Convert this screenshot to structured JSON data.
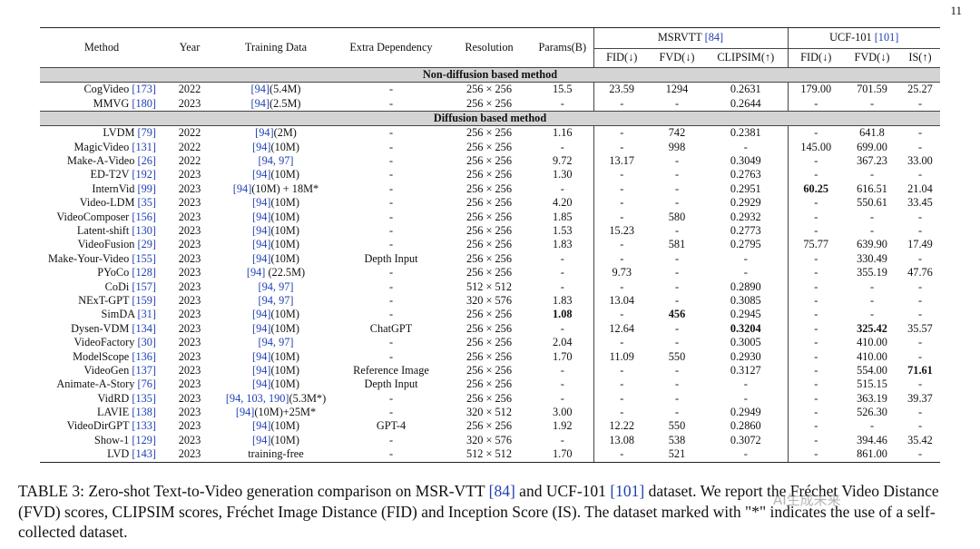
{
  "page_number": "11",
  "table": {
    "headers": {
      "method": "Method",
      "year": "Year",
      "training_data": "Training Data",
      "extra_dependency": "Extra Dependency",
      "resolution": "Resolution",
      "params": "Params(B)",
      "msrvtt_group": "MSRVTT",
      "msrvtt_cite": "[84]",
      "ucf_group": "UCF-101",
      "ucf_cite": "[101]",
      "fid_msr": "FID(↓)",
      "fvd_msr": "FVD(↓)",
      "clipsim": "CLIPSIM(↑)",
      "fid_ucf": "FID(↓)",
      "fvd_ucf": "FVD(↓)",
      "is": "IS(↑)"
    },
    "sections": [
      {
        "title": "Non-diffusion based method",
        "rows": [
          {
            "name": "CogVideo",
            "cite": "[173]",
            "year": "2022",
            "data_cite": "[94]",
            "data": "(5.4M)",
            "extra": "-",
            "res": "256 × 256",
            "params": "15.5",
            "fid": "23.59",
            "fvd": "1294",
            "clipsim": "0.2631",
            "fid_u": "179.00",
            "fvd_u": "701.59",
            "is": "25.27"
          },
          {
            "name": "MMVG",
            "cite": "[180]",
            "year": "2023",
            "data_cite": "[94]",
            "data": "(2.5M)",
            "extra": "-",
            "res": "256 × 256",
            "params": "-",
            "fid": "-",
            "fvd": "-",
            "clipsim": "0.2644",
            "fid_u": "-",
            "fvd_u": "-",
            "is": "-"
          }
        ]
      },
      {
        "title": "Diffusion based method",
        "rows": [
          {
            "name": "LVDM",
            "cite": "[79]",
            "year": "2022",
            "data_cite": "[94]",
            "data": "(2M)",
            "extra": "-",
            "res": "256 × 256",
            "params": "1.16",
            "fid": "-",
            "fvd": "742",
            "clipsim": "0.2381",
            "fid_u": "-",
            "fvd_u": "641.8",
            "is": "-"
          },
          {
            "name": "MagicVideo",
            "cite": "[131]",
            "year": "2022",
            "data_cite": "[94]",
            "data": "(10M)",
            "extra": "-",
            "res": "256 × 256",
            "params": "-",
            "fid": "-",
            "fvd": "998",
            "clipsim": "-",
            "fid_u": "145.00",
            "fvd_u": "699.00",
            "is": "-"
          },
          {
            "name": "Make-A-Video",
            "cite": "[26]",
            "year": "2022",
            "data_cite": "[94, 97]",
            "data": "",
            "extra": "-",
            "res": "256 × 256",
            "params": "9.72",
            "fid": "13.17",
            "fvd": "-",
            "clipsim": "0.3049",
            "fid_u": "-",
            "fvd_u": "367.23",
            "is": "33.00"
          },
          {
            "name": "ED-T2V",
            "cite": "[192]",
            "year": "2023",
            "data_cite": "[94]",
            "data": "(10M)",
            "extra": "-",
            "res": "256 × 256",
            "params": "1.30",
            "fid": "-",
            "fvd": "-",
            "clipsim": "0.2763",
            "fid_u": "-",
            "fvd_u": "-",
            "is": "-"
          },
          {
            "name": "InternVid",
            "cite": "[99]",
            "year": "2023",
            "data_cite": "[94]",
            "data": "(10M) + 18M*",
            "extra": "-",
            "res": "256 × 256",
            "params": "-",
            "fid": "-",
            "fvd": "-",
            "clipsim": "0.2951",
            "fid_u": "60.25",
            "fid_u_bold": true,
            "fvd_u": "616.51",
            "is": "21.04"
          },
          {
            "name": "Video-LDM",
            "cite": "[35]",
            "year": "2023",
            "data_cite": "[94]",
            "data": "(10M)",
            "extra": "-",
            "res": "256 × 256",
            "params": "4.20",
            "fid": "-",
            "fvd": "-",
            "clipsim": "0.2929",
            "fid_u": "-",
            "fvd_u": "550.61",
            "is": "33.45"
          },
          {
            "name": "VideoComposer",
            "cite": "[156]",
            "year": "2023",
            "data_cite": "[94]",
            "data": "(10M)",
            "extra": "-",
            "res": "256 × 256",
            "params": "1.85",
            "fid": "-",
            "fvd": "580",
            "clipsim": "0.2932",
            "fid_u": "-",
            "fvd_u": "-",
            "is": "-"
          },
          {
            "name": "Latent-shift",
            "cite": "[130]",
            "year": "2023",
            "data_cite": "[94]",
            "data": "(10M)",
            "extra": "-",
            "res": "256 × 256",
            "params": "1.53",
            "fid": "15.23",
            "fvd": "-",
            "clipsim": "0.2773",
            "fid_u": "-",
            "fvd_u": "-",
            "is": "-"
          },
          {
            "name": "VideoFusion",
            "cite": "[29]",
            "year": "2023",
            "data_cite": "[94]",
            "data": "(10M)",
            "extra": "-",
            "res": "256 × 256",
            "params": "1.83",
            "fid": "-",
            "fvd": "581",
            "clipsim": "0.2795",
            "fid_u": "75.77",
            "fvd_u": "639.90",
            "is": "17.49"
          },
          {
            "name": "Make-Your-Video",
            "cite": "[155]",
            "year": "2023",
            "data_cite": "[94]",
            "data": "(10M)",
            "extra": "Depth Input",
            "res": "256 × 256",
            "params": "-",
            "fid": "-",
            "fvd": "-",
            "clipsim": "-",
            "fid_u": "-",
            "fvd_u": "330.49",
            "is": "-"
          },
          {
            "name": "PYoCo",
            "cite": "[128]",
            "year": "2023",
            "data_cite": "[94]",
            "data": " (22.5M)",
            "extra": "-",
            "res": "256 × 256",
            "params": "-",
            "fid": "9.73",
            "fvd": "-",
            "clipsim": "-",
            "fid_u": "-",
            "fvd_u": "355.19",
            "is": "47.76"
          },
          {
            "name": "CoDi",
            "cite": "[157]",
            "year": "2023",
            "data_cite": "[94, 97]",
            "data": "",
            "extra": "-",
            "res": "512 × 512",
            "params": "-",
            "fid": "-",
            "fvd": "-",
            "clipsim": "0.2890",
            "fid_u": "-",
            "fvd_u": "-",
            "is": "-"
          },
          {
            "name": "NExT-GPT",
            "cite": "[159]",
            "year": "2023",
            "data_cite": "[94, 97]",
            "data": "",
            "extra": "-",
            "res": "320 × 576",
            "params": "1.83",
            "fid": "13.04",
            "fvd": "-",
            "clipsim": "0.3085",
            "fid_u": "-",
            "fvd_u": "-",
            "is": "-"
          },
          {
            "name": "SimDA",
            "cite": "[31]",
            "year": "2023",
            "data_cite": "[94]",
            "data": "(10M)",
            "extra": "-",
            "res": "256 × 256",
            "params": "1.08",
            "params_bold": true,
            "fid": "-",
            "fvd": "456",
            "fvd_bold": true,
            "clipsim": "0.2945",
            "fid_u": "-",
            "fvd_u": "-",
            "is": "-"
          },
          {
            "name": "Dysen-VDM",
            "cite": "[134]",
            "year": "2023",
            "data_cite": "[94]",
            "data": "(10M)",
            "extra": "ChatGPT",
            "res": "256 × 256",
            "params": "-",
            "fid": "12.64",
            "fvd": "-",
            "clipsim": "0.3204",
            "clipsim_bold": true,
            "fid_u": "-",
            "fvd_u": "325.42",
            "fvd_u_bold": true,
            "is": "35.57"
          },
          {
            "name": "VideoFactory",
            "cite": "[30]",
            "year": "2023",
            "data_cite": "[94, 97]",
            "data": "",
            "extra": "-",
            "res": "256 × 256",
            "params": "2.04",
            "fid": "-",
            "fvd": "-",
            "clipsim": "0.3005",
            "fid_u": "-",
            "fvd_u": "410.00",
            "is": "-"
          },
          {
            "name": "ModelScope",
            "cite": "[136]",
            "year": "2023",
            "data_cite": "[94]",
            "data": "(10M)",
            "extra": "-",
            "res": "256 × 256",
            "params": "1.70",
            "fid": "11.09",
            "fvd": "550",
            "clipsim": "0.2930",
            "fid_u": "-",
            "fvd_u": "410.00",
            "is": "-"
          },
          {
            "name": "VideoGen",
            "cite": "[137]",
            "year": "2023",
            "data_cite": "[94]",
            "data": "(10M)",
            "extra": "Reference Image",
            "res": "256 × 256",
            "params": "-",
            "fid": "-",
            "fvd": "-",
            "clipsim": "0.3127",
            "fid_u": "-",
            "fvd_u": "554.00",
            "is": "71.61",
            "is_bold": true
          },
          {
            "name": "Animate-A-Story",
            "cite": "[76]",
            "year": "2023",
            "data_cite": "[94]",
            "data": "(10M)",
            "extra": "Depth Input",
            "res": "256 × 256",
            "params": "-",
            "fid": "-",
            "fvd": "-",
            "clipsim": "-",
            "fid_u": "-",
            "fvd_u": "515.15",
            "is": "-"
          },
          {
            "name": "VidRD",
            "cite": "[135]",
            "year": "2023",
            "data_cite": "[94, 103, 190]",
            "data": "(5.3M*)",
            "extra": "-",
            "res": "256 × 256",
            "params": "-",
            "fid": "-",
            "fvd": "-",
            "clipsim": "-",
            "fid_u": "-",
            "fvd_u": "363.19",
            "is": "39.37"
          },
          {
            "name": "LAVIE",
            "cite": "[138]",
            "year": "2023",
            "data_cite": "[94]",
            "data": "(10M)+25M*",
            "extra": "-",
            "res": "320 × 512",
            "params": "3.00",
            "fid": "-",
            "fvd": "-",
            "clipsim": "0.2949",
            "fid_u": "-",
            "fvd_u": "526.30",
            "is": "-"
          },
          {
            "name": "VideoDirGPT",
            "cite": "[133]",
            "year": "2023",
            "data_cite": "[94]",
            "data": "(10M)",
            "extra": "GPT-4",
            "res": "256 × 256",
            "params": "1.92",
            "fid": "12.22",
            "fvd": "550",
            "clipsim": "0.2860",
            "fid_u": "-",
            "fvd_u": "-",
            "is": "-"
          },
          {
            "name": "Show-1",
            "cite": "[129]",
            "year": "2023",
            "data_cite": "[94]",
            "data": "(10M)",
            "extra": "-",
            "res": "320 × 576",
            "params": "-",
            "fid": "13.08",
            "fvd": "538",
            "clipsim": "0.3072",
            "fid_u": "-",
            "fvd_u": "394.46",
            "is": "35.42"
          },
          {
            "name": "LVD",
            "cite": "[143]",
            "year": "2023",
            "data_cite": "",
            "data": "training-free",
            "extra": "-",
            "res": "512 × 512",
            "params": "1.70",
            "fid": "-",
            "fvd": "521",
            "clipsim": "-",
            "fid_u": "-",
            "fvd_u": "861.00",
            "is": "-"
          }
        ]
      }
    ]
  },
  "caption": {
    "part1": "TABLE 3: Zero-shot Text-to-Video generation comparison on MSR-VTT ",
    "cite1": "[84]",
    "part2": " and UCF-101 ",
    "cite2": "[101]",
    "part3": " dataset. We report the Fréchet Video Distance (FVD) scores, CLIPSIM scores, Fréchet Image Distance (FID) and Inception Score (IS). The dataset marked with \"*\" indicates the use of a self-collected dataset."
  },
  "watermark": "AI生成未来"
}
